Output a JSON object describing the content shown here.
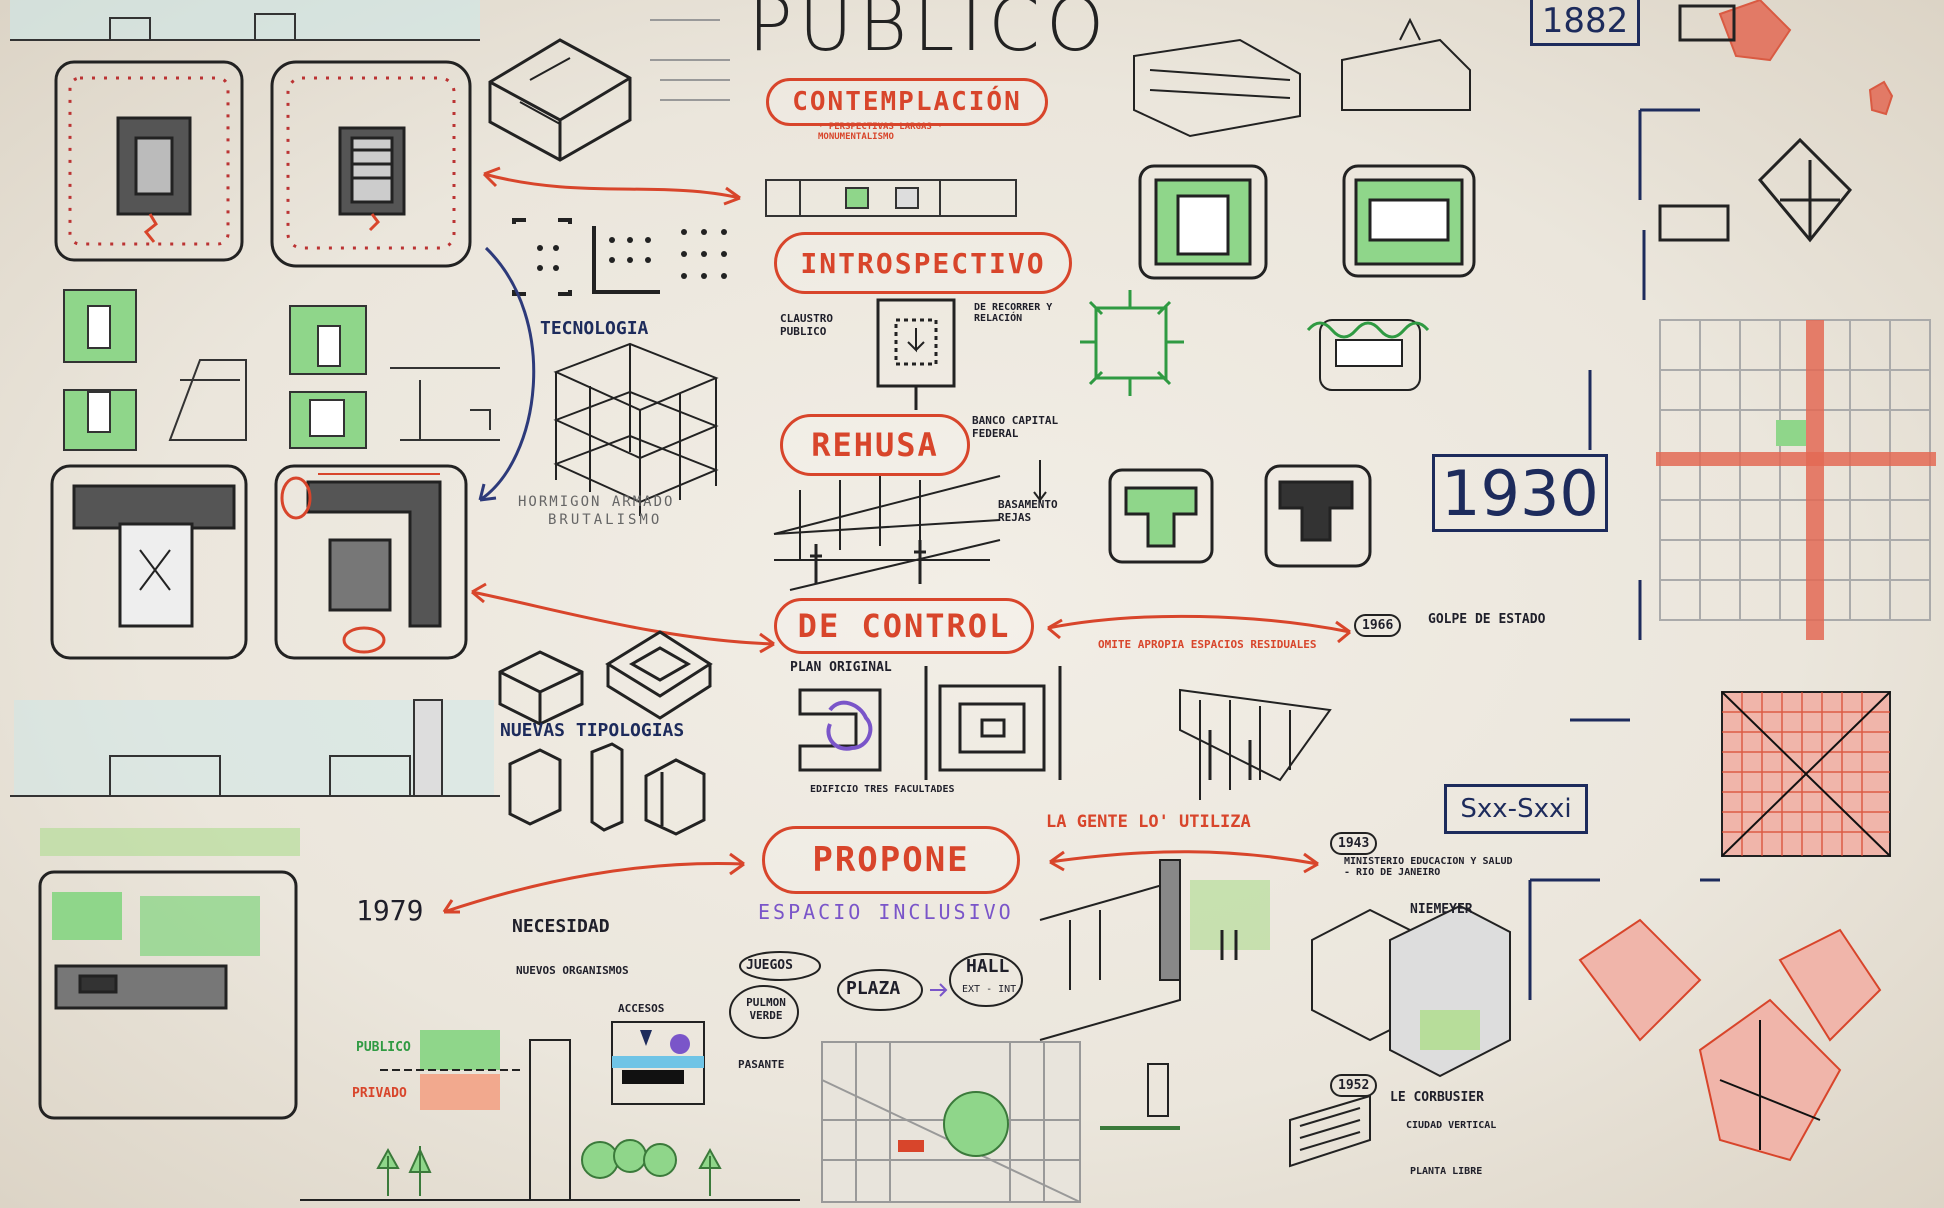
{
  "title": "PUBLICO",
  "themes": [
    {
      "label": "CONTEMPLACIÓN",
      "sub": "· PERSPECTIVAS LARGAS · MONUMENTALISMO"
    },
    {
      "label": "INTROSPECTIVO"
    },
    {
      "label": "REHUSA"
    },
    {
      "label": "DE CONTROL"
    },
    {
      "label": "PROPONE",
      "sub": "ESPACIO INCLUSIVO"
    }
  ],
  "labels": {
    "tecnologia": "TECNOLOGIA",
    "hormigon": "HORMIGON ARMADO",
    "brutalismo": "BRUTALISMO",
    "nuevas_tipologias": "NUEVAS TIPOLOGIAS",
    "claustro": "CLAUSTRO PUBLICO",
    "recorridos": "DE RECORRER Y RELACIÓN",
    "banco": "BANCO CAPITAL FEDERAL",
    "basamento": "BASAMENTO REJAS",
    "plan_original": "PLAN ORIGINAL",
    "edificio_tres": "EDIFICIO TRES FACULTADES",
    "golpe": "GOLPE DE ESTADO",
    "omite": "OMITE APROPIA ESPACIOS RESIDUALES",
    "gente": "LA GENTE LO' UTILIZA",
    "necesidad": "NECESIDAD",
    "nuevos": "NUEVOS ORGANISMOS",
    "juegos": "JUEGOS",
    "pulmon": "PULMON VERDE",
    "plaza": "PLAZA",
    "hall": "HALL",
    "hall_sub": "EXT - INT",
    "publico": "PUBLICO",
    "privado": "PRIVADO",
    "accesos": "ACCESOS",
    "pasante": "PASANTE",
    "ministerio": "MINISTERIO EDUCACION Y SALUD - RIO DE JANEIRO",
    "niemeyer": "NIEMEYER",
    "le_corbusier": "LE CORBUSIER",
    "le_corbusier_sub": "CIUDAD VERTICAL",
    "planta_libre": "PLANTA LIBRE",
    "sxx": "Sxx-Sxxi"
  },
  "years": {
    "y1882": "1882",
    "y1930": "1930",
    "y1979": "1979",
    "y1966": "1966",
    "y1943": "1943",
    "y1952": "1952"
  },
  "colors": {
    "accent_red": "#d8452b",
    "green": "#8fd68a",
    "navy": "#1d2b5c",
    "purple": "#7a55c9",
    "ink": "#1f1f2a"
  }
}
